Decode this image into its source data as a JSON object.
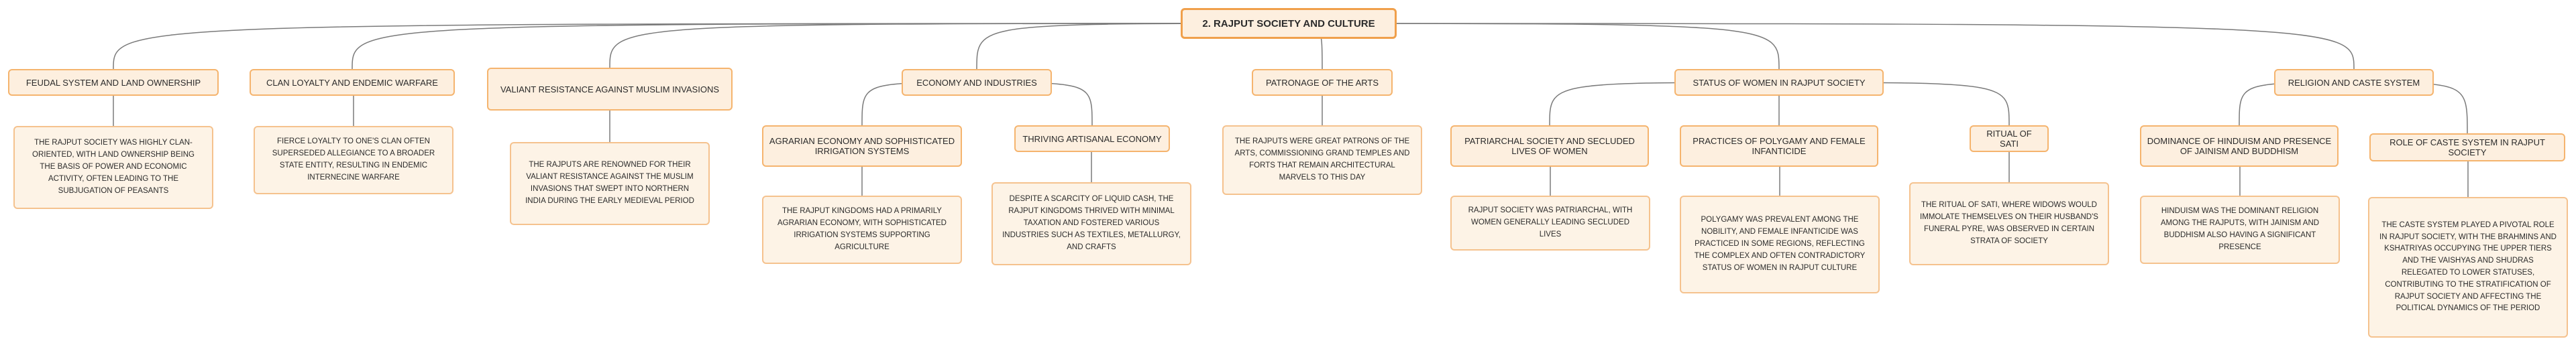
{
  "root": {
    "title": "2. RAJPUT SOCIETY AND CULTURE"
  },
  "branches": {
    "feudal": {
      "title": "FEUDAL SYSTEM AND LAND OWNERSHIP",
      "detail": "THE RAJPUT SOCIETY WAS HIGHLY CLAN-ORIENTED, WITH LAND OWNERSHIP BEING THE BASIS OF POWER AND ECONOMIC ACTIVITY, OFTEN LEADING TO THE SUBJUGATION OF PEASANTS"
    },
    "clan": {
      "title": "CLAN LOYALTY AND ENDEMIC WARFARE",
      "detail": "FIERCE LOYALTY TO ONE'S CLAN OFTEN SUPERSEDED ALLEGIANCE TO A BROADER STATE ENTITY, RESULTING IN ENDEMIC INTERNECINE WARFARE"
    },
    "valiant": {
      "title": "VALIANT RESISTANCE AGAINST MUSLIM INVASIONS",
      "detail": "THE RAJPUTS ARE RENOWNED FOR THEIR VALIANT RESISTANCE AGAINST THE MUSLIM INVASIONS THAT SWEPT INTO NORTHERN INDIA DURING THE EARLY MEDIEVAL PERIOD"
    },
    "economy": {
      "title": "ECONOMY AND INDUSTRIES",
      "agrarian": {
        "title": "AGRARIAN ECONOMY AND SOPHISTICATED IRRIGATION SYSTEMS",
        "detail": "THE RAJPUT KINGDOMS HAD A PRIMARILY AGRARIAN ECONOMY, WITH SOPHISTICATED IRRIGATION SYSTEMS SUPPORTING AGRICULTURE"
      },
      "artisanal": {
        "title": "THRIVING ARTISANAL ECONOMY",
        "detail": "DESPITE A SCARCITY OF LIQUID CASH, THE RAJPUT KINGDOMS THRIVED WITH MINIMAL TAXATION AND FOSTERED VARIOUS INDUSTRIES SUCH AS TEXTILES, METALLURGY, AND CRAFTS"
      }
    },
    "arts": {
      "title": "PATRONAGE OF THE ARTS",
      "detail": "THE RAJPUTS WERE GREAT PATRONS OF THE ARTS, COMMISSIONING GRAND TEMPLES AND FORTS THAT REMAIN ARCHITECTURAL MARVELS TO THIS DAY"
    },
    "women": {
      "title": "STATUS OF WOMEN IN RAJPUT SOCIETY",
      "patriarchal": {
        "title": "PATRIARCHAL SOCIETY AND SECLUDED LIVES OF WOMEN",
        "detail": "RAJPUT SOCIETY WAS PATRIARCHAL, WITH WOMEN GENERALLY LEADING SECLUDED LIVES"
      },
      "polygamy": {
        "title": "PRACTICES OF POLYGAMY AND FEMALE INFANTICIDE",
        "detail": "POLYGAMY WAS PREVALENT AMONG THE NOBILITY, AND FEMALE INFANTICIDE WAS PRACTICED IN SOME REGIONS, REFLECTING THE COMPLEX AND OFTEN CONTRADICTORY STATUS OF WOMEN IN RAJPUT CULTURE"
      },
      "sati": {
        "title": "RITUAL OF SATI",
        "detail": "THE RITUAL OF SATI, WHERE WIDOWS WOULD IMMOLATE THEMSELVES ON THEIR HUSBAND'S FUNERAL PYRE, WAS OBSERVED IN CERTAIN STRATA OF SOCIETY"
      }
    },
    "religion": {
      "title": "RELIGION AND CASTE SYSTEM",
      "hinduism": {
        "title": "DOMINANCE OF HINDUISM AND PRESENCE OF JAINISM AND BUDDHISM",
        "detail": "HINDUISM WAS THE DOMINANT RELIGION AMONG THE RAJPUTS, WITH JAINISM AND BUDDHISM ALSO HAVING A SIGNIFICANT PRESENCE"
      },
      "caste": {
        "title": "ROLE OF CASTE SYSTEM IN RAJPUT SOCIETY",
        "detail": "THE CASTE SYSTEM PLAYED A PIVOTAL ROLE IN RAJPUT SOCIETY, WITH THE BRAHMINS AND KSHATRIYAS OCCUPYING THE UPPER TIERS AND THE VAISHYAS AND SHUDRAS RELEGATED TO LOWER STATUSES, CONTRIBUTING TO THE STRATIFICATION OF RAJPUT SOCIETY AND AFFECTING THE POLITICAL DYNAMICS OF THE PERIOD"
      }
    }
  },
  "colors": {
    "edge": "#7a7a7a",
    "accent": "#f0a04b"
  }
}
